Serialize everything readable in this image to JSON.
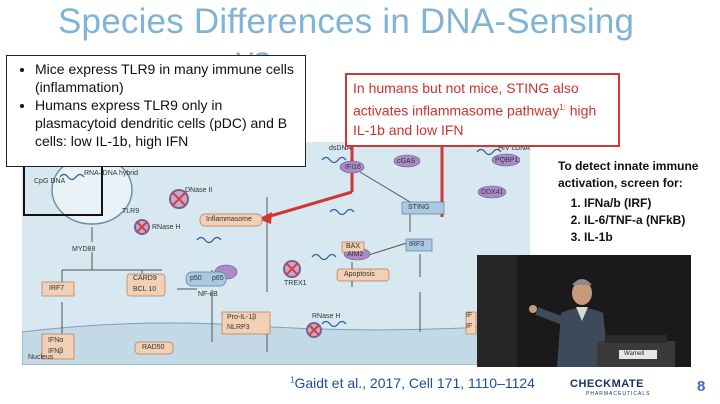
{
  "slide": {
    "title_line1": "Species Differences in DNA-Sensing",
    "title_line2_visible": "ys",
    "bullets": [
      "Mice express TLR9 in many immune cells (inflammation)",
      "Humans express TLR9 only in plasmacytoid dendritic cells (pDC) and B cells: low IL-1b, high IFN"
    ],
    "callout": {
      "text": "In humans but not mice, STING also activates inflammasome pathway",
      "sup": "1:",
      "text2": " high IL-1b and low IFN"
    },
    "screen": {
      "heading": "To detect innate immune activation, screen for:",
      "items": [
        "IFNa/b (IRF)",
        "IL-6/TNF-a (NFkB)",
        "IL-1b"
      ]
    },
    "citation": {
      "sup": "1",
      "text": "Gaidt et al., 2017, Cell 171, 1110–1124"
    },
    "logo": {
      "name": "CHECKMATE",
      "sub": "PHARMACEUTICALS"
    },
    "page_number": "8"
  },
  "diagram": {
    "labels": {
      "cpg_dna": "CpG DNA",
      "rna_dna_hybrid": "RNA–DNA hybrid",
      "tlr9": "TLR9",
      "dnase2": "DNase II",
      "myd88": "MYD88",
      "rnase_h1": "RNase H",
      "inflammasome": "Inflammasome",
      "dsdna": "dsDNA",
      "if16": "IFI16",
      "cgas": "cGAS",
      "pqbp1": "PQBP1",
      "hiv_cdna": "HIV cDNA",
      "ddx41": "DDX41",
      "aim2": "AIM2",
      "sting": "STING",
      "bax": "BAX",
      "irf3": "IRF3",
      "apoptosis": "Apoptosis",
      "irf7": "IRF7",
      "card9": "CARD9",
      "bcl10": "BCL 10",
      "p50": "p50",
      "p65": "p65",
      "nfkb": "NF-κB",
      "trex1": "TREX1",
      "pro_il1b": "Pro-IL-1β",
      "nlrp3": "NLRP3",
      "rnase_h2": "RNase H",
      "ifna": "IFNα",
      "ifnb": "IFNβ",
      "rad50": "RAD50",
      "nucleus": "Nucleus",
      "if_1": "IF",
      "if_2": "IF"
    }
  },
  "video": {
    "podium_label": "Warnell"
  },
  "colors": {
    "title": "#7fb3d8",
    "callout_red": "#d03030",
    "diagram_bg": "#d7e8f1",
    "cite_blue": "#1e4c9c"
  }
}
